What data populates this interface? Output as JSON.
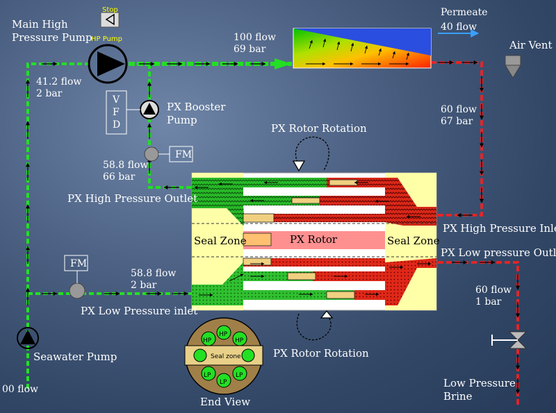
{
  "labels": {
    "main_hp_pump": "Main High\nPressure Pump",
    "hp_pump_tag": "HP Pump",
    "stop_button": "Stop",
    "flow_100": "100 flow\n69 bar",
    "permeate": "Permeate",
    "flow_40": "40 flow",
    "air_vent": "Air Vent",
    "flow_41": "41.2 flow\n2 bar",
    "vfd": "V\nF\nD",
    "px_booster": "PX Booster\nPump",
    "flow_60_hp": "60 flow\n67 bar",
    "px_rotor_rotation_top": "PX Rotor Rotation",
    "fm_top": "FM",
    "flow_58_hp": "58.8 flow\n66 bar",
    "px_hp_outlet": "PX High Pressure Outlet",
    "px_hp_inlet": "PX High Pressure Inlet",
    "seal_zone_left": "Seal Zone",
    "px_rotor": "PX Rotor",
    "seal_zone_right": "Seal Zone",
    "px_lp_outlet": "PX Low pressure Outlet",
    "fm_bottom": "FM",
    "flow_58_lp": "58.8 flow\n2 bar",
    "px_lp_inlet": "PX Low Pressure inlet",
    "flow_60_lp": "60 flow\n1 bar",
    "seawater_pump": "Seawater Pump",
    "px_rotor_rotation_bottom": "PX Rotor Rotation",
    "flow_100_bottom": "00 flow",
    "low_pressure_brine": "Low Pressure\nBrine",
    "end_view": "End View",
    "end_view_seal_zone": "Seal zone",
    "end_view_hp": "HP",
    "end_view_lp": "LP"
  },
  "colors": {
    "hp_line": "#22e022",
    "lp_line": "#22e022",
    "brine_line": "#ff2020",
    "permeate_line": "#3aa0ff",
    "seal_zone": "#ffffa8",
    "rotor": "#ff9090"
  },
  "icons": [
    "pump-icon",
    "valve-icon",
    "air-vent-icon",
    "stop-icon",
    "flow-meter-icon",
    "rotation-arrow-icon"
  ]
}
